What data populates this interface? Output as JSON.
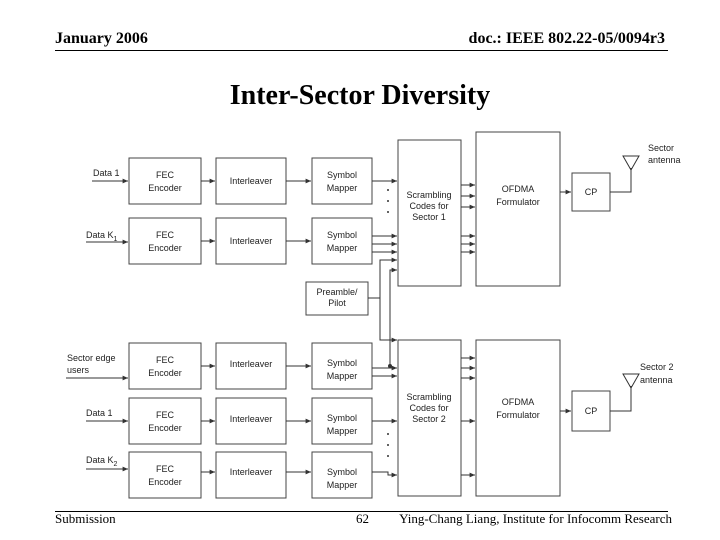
{
  "header": {
    "date": "January 2006",
    "doc_id": "doc.: IEEE 802.22-05/0094r3"
  },
  "title": "Inter-Sector Diversity",
  "footer": {
    "left": "Submission",
    "page": "62",
    "right": "Ying-Chang Liang, Institute for Infocomm Research"
  },
  "diagram": {
    "sector1": {
      "inputs": [
        "Data 1",
        "Data K"
      ],
      "input2_subscript": "1",
      "antenna_label": [
        "Sector",
        "antenna"
      ],
      "scrambler": [
        "Scrambling",
        "Codes for",
        "Sector 1"
      ]
    },
    "sector2": {
      "inputs": [
        "Sector edge",
        "users",
        "Data 1",
        "Data K"
      ],
      "input3_subscript": "2",
      "antenna_label": [
        "Sector 2",
        "antenna"
      ],
      "scrambler": [
        "Scrambling",
        "Codes for",
        "Sector 2"
      ]
    },
    "blocks": {
      "fec": [
        "FEC",
        "Encoder"
      ],
      "interleaver": "Interleaver",
      "mapper": [
        "Symbol",
        "Mapper"
      ],
      "ofdma": [
        "OFDMA",
        "Formulator"
      ],
      "cp": "CP",
      "preamble": [
        "Preamble/",
        "Pilot"
      ]
    }
  }
}
